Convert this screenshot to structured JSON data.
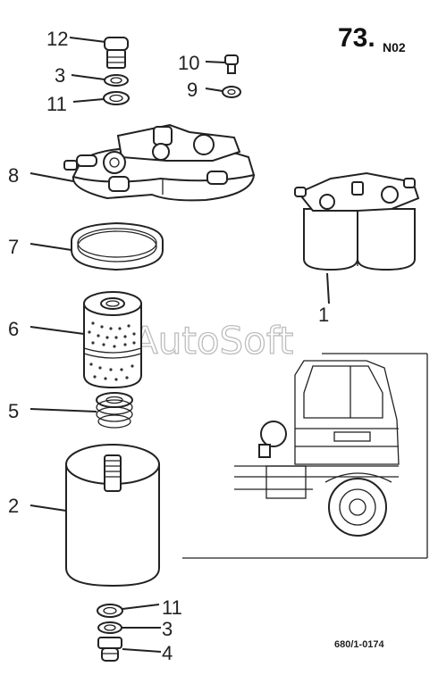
{
  "page": {
    "number": "73.",
    "suffix": "N02",
    "drawing_code": "680/1-0174",
    "watermark": "AutoSoft"
  },
  "callouts": {
    "c12": "12",
    "c3_top": "3",
    "c11_top": "11",
    "c10": "10",
    "c9": "9",
    "c8": "8",
    "c7": "7",
    "c6": "6",
    "c5": "5",
    "c2": "2",
    "c11_bottom": "11",
    "c3_bottom": "3",
    "c4": "4",
    "c1": "1"
  }
}
